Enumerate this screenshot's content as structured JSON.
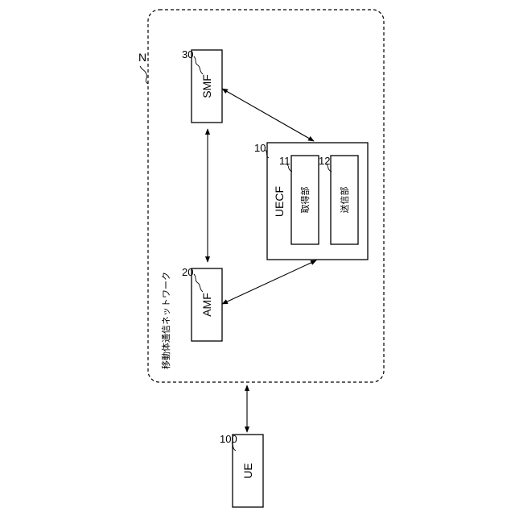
{
  "diagram": {
    "network": {
      "ref": "N",
      "label": "移動体通信ネットワーク"
    },
    "nodes": {
      "smf": {
        "label": "SMF",
        "ref": "30"
      },
      "amf": {
        "label": "AMF",
        "ref": "20"
      },
      "uecf": {
        "label": "UECF",
        "ref": "10"
      },
      "acquisition": {
        "label": "取得部",
        "ref": "11"
      },
      "transmission": {
        "label": "送信部",
        "ref": "12"
      },
      "ue": {
        "label": "UE",
        "ref": "100"
      }
    }
  }
}
